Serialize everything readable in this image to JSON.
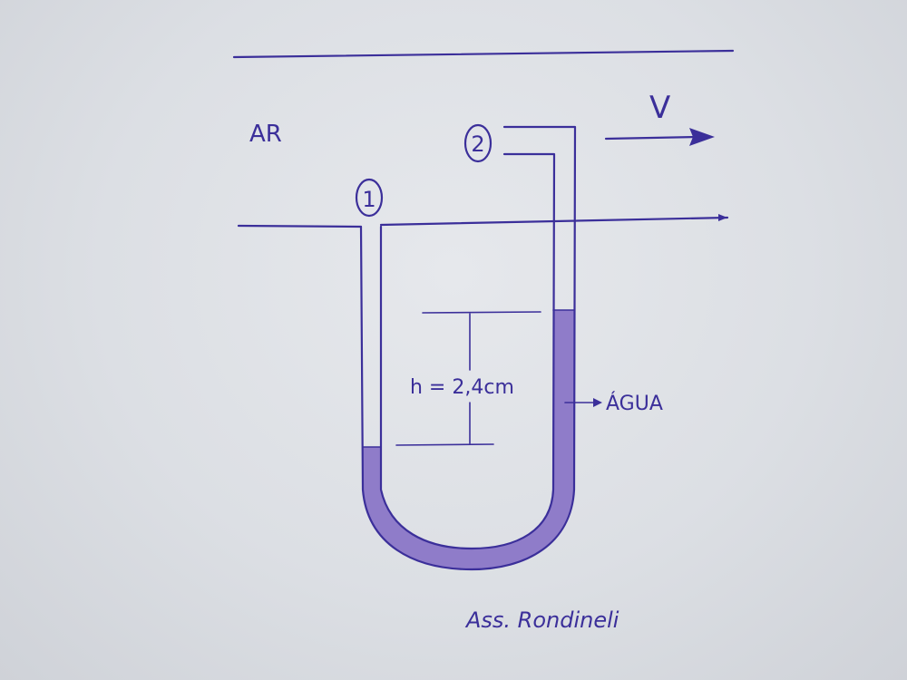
{
  "diagram": {
    "fluid_label": "AR",
    "velocity_label": "V",
    "point_1_label": "1",
    "point_2_label": "2",
    "height_label": "h = 2,4cm",
    "liquid_label": "ÁGUA",
    "signature": "Ass. Rondineli"
  },
  "colors": {
    "ink": "#3b2f9a",
    "water": "#8f7cc9",
    "paper": "#dcdfe4"
  }
}
